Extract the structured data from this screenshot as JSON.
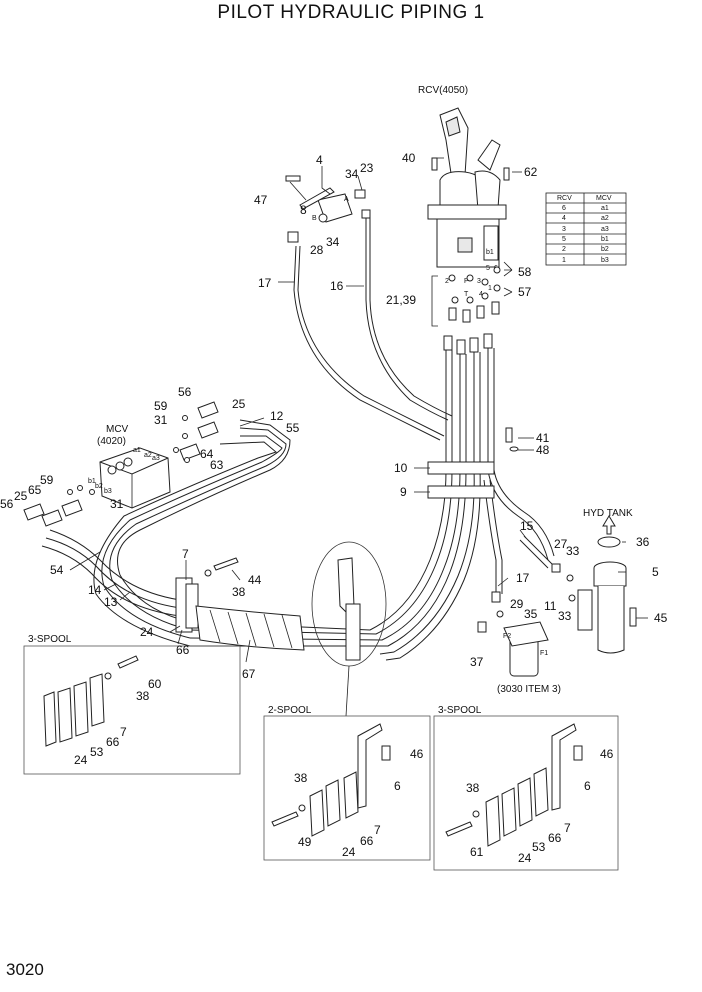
{
  "title": "PILOT HYDRAULIC PIPING 1",
  "page_number": "3020",
  "components": {
    "rcv": "RCV(4050)",
    "mcv": "MCV",
    "mcv_ref": "(4020)",
    "hyd_tank": "HYD  TANK",
    "filter_ref": "(3030 ITEM 3)"
  },
  "insets": [
    "3-SPOOL",
    "2-SPOOL",
    "3-SPOOL"
  ],
  "table": {
    "headers": [
      "RCV",
      "MCV"
    ],
    "rows": [
      [
        "6",
        "a1"
      ],
      [
        "4",
        "a2"
      ],
      [
        "3",
        "a3"
      ],
      [
        "5",
        "b1"
      ],
      [
        "2",
        "b2"
      ],
      [
        "1",
        "b3"
      ]
    ]
  },
  "port_labels": [
    "A",
    "B",
    "2",
    "P",
    "3",
    "T",
    "4",
    "1",
    "6",
    "5",
    "b1",
    "a1",
    "b2",
    "a2",
    "b3",
    "a3",
    "F1",
    "F2"
  ],
  "callouts": [
    "4",
    "34",
    "23",
    "40",
    "62",
    "47",
    "8",
    "34",
    "28",
    "17",
    "16",
    "21,39",
    "58",
    "57",
    "56",
    "59",
    "25",
    "12",
    "55",
    "31",
    "64",
    "63",
    "41",
    "48",
    "10",
    "9",
    "15",
    "59",
    "65",
    "25",
    "56",
    "31",
    "27",
    "33",
    "36",
    "5",
    "54",
    "14",
    "13",
    "7",
    "44",
    "38",
    "17",
    "29",
    "35",
    "11",
    "33",
    "45",
    "24",
    "66",
    "37",
    "67",
    "60",
    "38",
    "7",
    "66",
    "53",
    "24",
    "46",
    "38",
    "6",
    "49",
    "24",
    "66",
    "7",
    "46",
    "38",
    "6",
    "61",
    "24",
    "53",
    "66",
    "7"
  ]
}
